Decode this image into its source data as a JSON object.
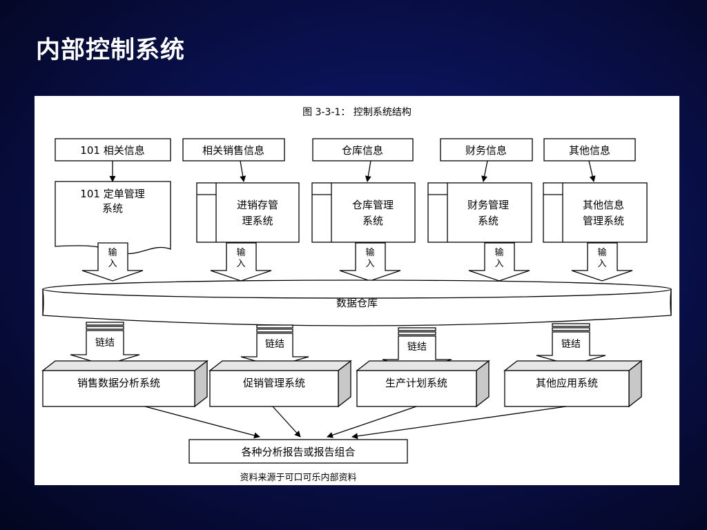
{
  "slide": {
    "title": "内部控制系统"
  },
  "figure": {
    "caption": "图 3-3-1： 控制系统结构",
    "sources": [
      "101 相关信息",
      "相关销售信息",
      "仓库信息",
      "财务信息",
      "其他信息"
    ],
    "systems": {
      "s1": [
        "101 定单管理",
        "系统"
      ],
      "s2": [
        "进销存管",
        "理系统"
      ],
      "s3": [
        "仓库管理",
        "系统"
      ],
      "s4": [
        "财务管理",
        "系统"
      ],
      "s5": [
        "其他信息",
        "管理系统"
      ]
    },
    "input_label": [
      "输",
      "入"
    ],
    "warehouse": "数据仓库",
    "link_label": "链结",
    "applications": [
      "销售数据分析系统",
      "促销管理系统",
      "生产计划系统",
      "其他应用系统"
    ],
    "report": "各种分析报告或报告组合",
    "footnote": "资料来源于可口可乐内部资料"
  }
}
